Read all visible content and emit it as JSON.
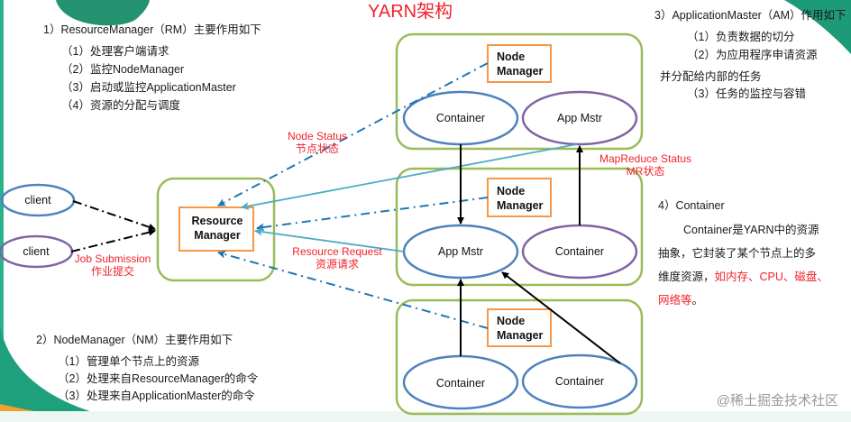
{
  "title": "YARN架构",
  "rm_section": {
    "heading": "1）ResourceManager（RM）主要作用如下",
    "items": [
      "（1）处理客户端请求",
      "（2）监控NodeManager",
      "（3）启动或监控ApplicationMaster",
      "（4）资源的分配与调度"
    ]
  },
  "nm_section": {
    "heading": "2）NodeManager（NM）主要作用如下",
    "items": [
      "（1）管理单个节点上的资源",
      "（2）处理来自ResourceManager的命令",
      "（3）处理来自ApplicationMaster的命令"
    ]
  },
  "am_section": {
    "heading": "3）ApplicationMaster（AM）作用如下",
    "items": [
      "（1）负责数据的切分",
      "（2）为应用程序申请资源",
      "并分配给内部的任务",
      "（3）任务的监控与容错"
    ]
  },
  "container_section": {
    "heading": "4）Container",
    "desc_lines": [
      "Container是YARN中的资源",
      "抽象，它封装了某个节点上的多",
      "维度资源，"
    ],
    "desc_red_1": "如内存、CPU、磁盘、",
    "desc_red_2": "网络等",
    "desc_end": "。"
  },
  "diagram": {
    "clients": [
      "client",
      "client"
    ],
    "resource_manager": [
      "Resource",
      "Manager"
    ],
    "node_manager": [
      "Node",
      "Manager"
    ],
    "node1": {
      "left": "Container",
      "right": "App Mstr"
    },
    "node2": {
      "left": "App Mstr",
      "right": "Container"
    },
    "node3": {
      "left": "Container",
      "right": "Container"
    },
    "labels": {
      "job_submission": [
        "Job Submission",
        "作业提交"
      ],
      "node_status": [
        "Node Status",
        "节点状态"
      ],
      "resource_request": [
        "Resource Request",
        "资源请求"
      ],
      "mapreduce_status": [
        "MapReduce Status",
        "MR状态"
      ]
    },
    "colors": {
      "node_border": "#9bbb59",
      "manager_border": "#f79646",
      "blue_ellipse": "#4f81bd",
      "purple_ellipse": "#8064a2",
      "dashdot": "#1f77b4",
      "solid_teal": "#4bacc6",
      "label_red": "#f0232c"
    }
  },
  "watermark": "@稀土掘金技术社区"
}
